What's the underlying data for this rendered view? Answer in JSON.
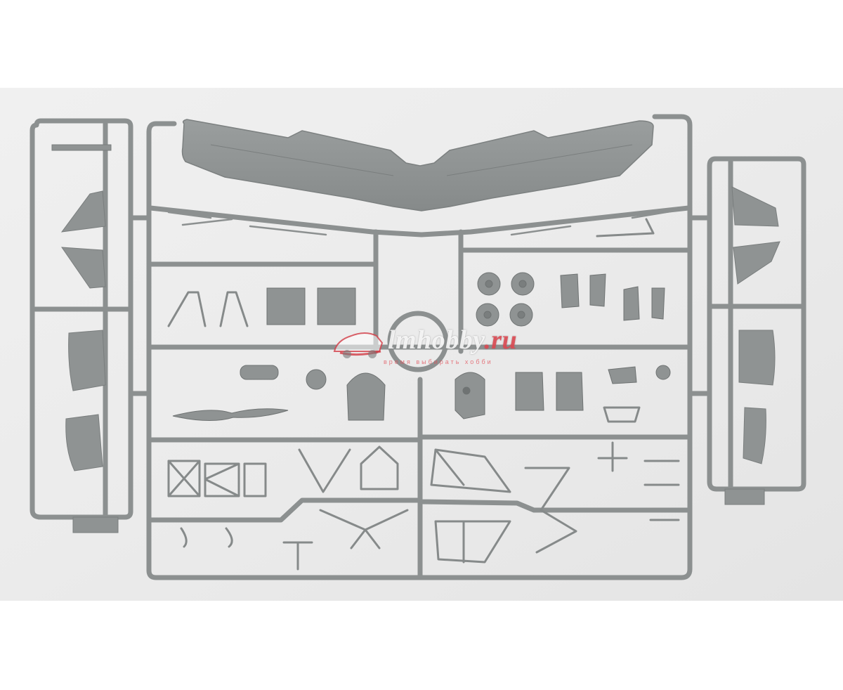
{
  "image": {
    "subject": "plastic model kit sprue frame",
    "colors": {
      "page_background": "#ffffff",
      "photo_background": "#ececec",
      "plastic": "#8f9393",
      "plastic_dark": "#6f7373",
      "plastic_light": "#a8acac"
    }
  },
  "watermark": {
    "brand": "lmhobby",
    "domain_suffix": ".ru",
    "slogan": "время выбирать хобби"
  }
}
